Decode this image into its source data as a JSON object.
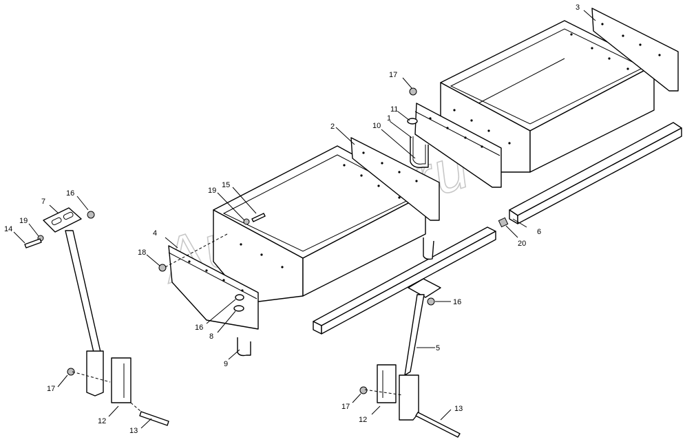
{
  "watermark": "AutoSoft.ru",
  "callouts": [
    {
      "id": "c1",
      "text": "1"
    },
    {
      "id": "c2",
      "text": "2"
    },
    {
      "id": "c3",
      "text": "3"
    },
    {
      "id": "c4",
      "text": "4"
    },
    {
      "id": "c5",
      "text": "5"
    },
    {
      "id": "c6",
      "text": "6"
    },
    {
      "id": "c7",
      "text": "7"
    },
    {
      "id": "c8",
      "text": "8"
    },
    {
      "id": "c9",
      "text": "9"
    },
    {
      "id": "c10",
      "text": "10"
    },
    {
      "id": "c11",
      "text": "11"
    },
    {
      "id": "c12a",
      "text": "12"
    },
    {
      "id": "c12b",
      "text": "12"
    },
    {
      "id": "c13a",
      "text": "13"
    },
    {
      "id": "c13b",
      "text": "13"
    },
    {
      "id": "c14",
      "text": "14"
    },
    {
      "id": "c15",
      "text": "15"
    },
    {
      "id": "c16a",
      "text": "16"
    },
    {
      "id": "c16b",
      "text": "16"
    },
    {
      "id": "c16c",
      "text": "16"
    },
    {
      "id": "c17a",
      "text": "17"
    },
    {
      "id": "c17b",
      "text": "17"
    },
    {
      "id": "c17c",
      "text": "17"
    },
    {
      "id": "c18",
      "text": "18"
    },
    {
      "id": "c19a",
      "text": "19"
    },
    {
      "id": "c19b",
      "text": "19"
    },
    {
      "id": "c20",
      "text": "20"
    }
  ]
}
